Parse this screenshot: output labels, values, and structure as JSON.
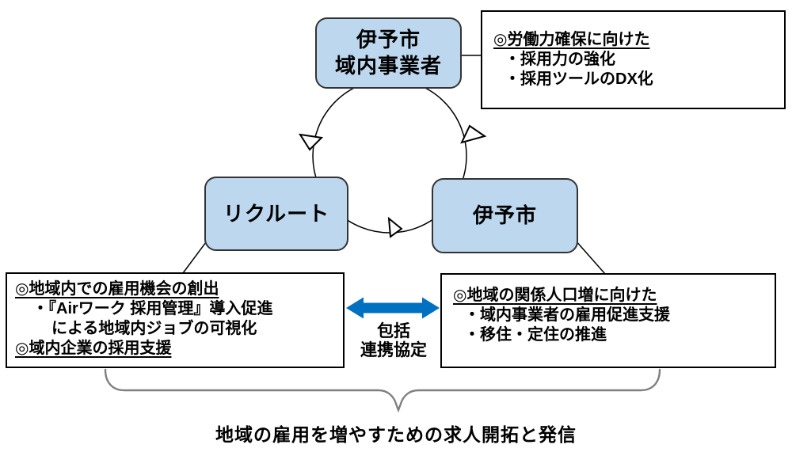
{
  "diagram": {
    "nodes": {
      "business": {
        "line1": "伊予市",
        "line2": "域内事業者"
      },
      "recruit": {
        "label": "リクルート"
      },
      "city": {
        "label": "伊予市"
      }
    },
    "notes": {
      "business": {
        "heading": "◎労働力確保に向けた",
        "items": [
          "・採用力の強化",
          "・採用ツールのDX化"
        ]
      },
      "recruit": {
        "heading1": "◎地域内での雇用機会の創出",
        "bullet": "・『Airワーク 採用管理』導入促進",
        "bullet_cont": "による地域内ジョブの可視化",
        "heading2": "◎域内企業の採用支援"
      },
      "city": {
        "heading": "◎地域の関係人口増に向けた",
        "items": [
          "・域内事業者の雇用促進支援",
          "・移住・定住の推進"
        ]
      }
    },
    "partnership": {
      "line1": "包括",
      "line2": "連携協定"
    },
    "caption": "地域の雇用を増やすための求人開拓と発信",
    "colors": {
      "node_fill": "#BDD7EE",
      "node_border": "#333333",
      "note_border": "#000000",
      "arrow_blue": "#0070C0",
      "line": "#000000",
      "brace": "#7F7F7F"
    }
  }
}
